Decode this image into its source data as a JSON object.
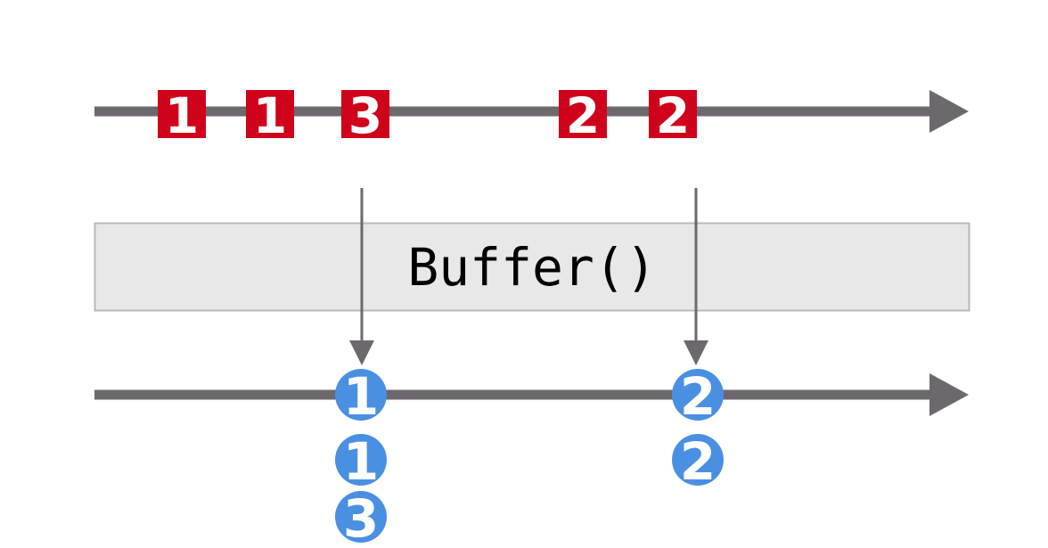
{
  "colors": {
    "timeline": "#6d686e",
    "input_marble": "#d0021b",
    "output_marble": "#4a90e2",
    "operator_fill": "#e4e4e4",
    "operator_stroke": "#b8b8b8",
    "marble_text": "#ffffff",
    "operator_text": "#000000"
  },
  "input": {
    "marbles": [
      {
        "label": "1"
      },
      {
        "label": "1"
      },
      {
        "label": "3"
      },
      {
        "label": "2"
      },
      {
        "label": "2"
      }
    ]
  },
  "operator": {
    "label": "Buffer()"
  },
  "output": {
    "buffers": [
      {
        "items": [
          {
            "label": "1"
          },
          {
            "label": "1"
          },
          {
            "label": "3"
          }
        ]
      },
      {
        "items": [
          {
            "label": "2"
          },
          {
            "label": "2"
          }
        ]
      }
    ]
  }
}
